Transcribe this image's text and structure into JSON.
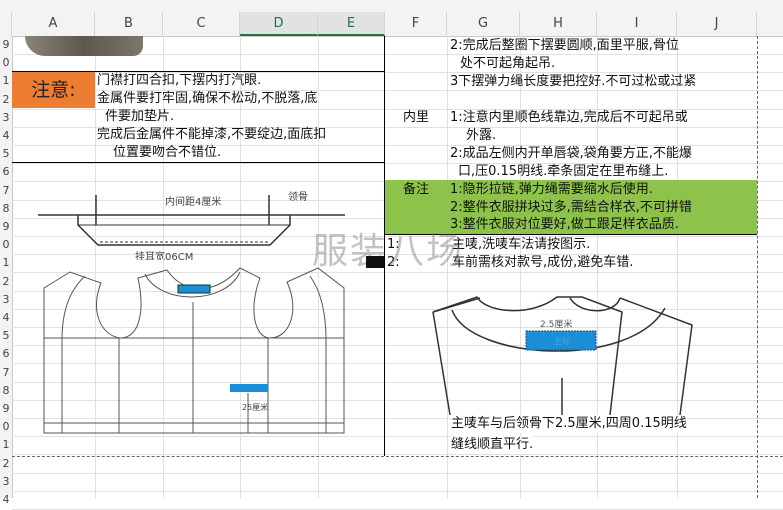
{
  "columns": [
    "A",
    "B",
    "C",
    "D",
    "E",
    "F",
    "G",
    "H",
    "I",
    "J"
  ],
  "selected_column": "D",
  "rows": [
    "9",
    "0",
    "1",
    "2",
    "3",
    "4",
    "5",
    "6",
    "7",
    "8",
    "9",
    "0",
    "1",
    "2",
    "3",
    "4",
    "5",
    "6",
    "7",
    "8",
    "9",
    "0",
    "1",
    "2",
    "3",
    "4"
  ],
  "left": {
    "notice_label": "注意:",
    "notice_color": "#ed7d31",
    "lines": [
      "门襟打四合扣,下摆内打汽眼.",
      "金属件要打牢固,确保不松动,不脱落,底",
      "件要加垫片.",
      "完成后金属件不能掉漆,不要绽边,面底扣",
      "位置要吻合不错位."
    ],
    "diagram1": {
      "top_label": "内间距4厘米",
      "right_label": "领骨",
      "bottom_label": "挂耳宽06CM"
    },
    "diagram2": {
      "label": "25厘米"
    }
  },
  "right": {
    "lines1": [
      "2:完成后整圈下摆要圆顺,面里平服,骨位",
      "处不可起角起吊.",
      "3下摆弹力绳长度要把控好.不可过松或过紧"
    ],
    "lining_label": "内里",
    "lining_lines": [
      "1:注意内里顺色线靠边,完成后不可起吊或",
      "外露.",
      "2:成品左侧内开单唇袋,袋角要方正,不能爆",
      "口,压0.15明线.牵条固定在里布缝上."
    ],
    "remarks_label": "备注",
    "remarks_color": "#8dc34a",
    "remarks_lines": [
      "1:隐形拉链,弹力绳需要缩水后使用.",
      "2:整件衣服拼块过多,需结合样衣,不可拼错",
      "3:整件衣服对位要好,做工跟足样衣品质."
    ],
    "label_nums": [
      "1:",
      "2:"
    ],
    "label_lines": [
      "主唛,洗唛车法请按图示.",
      "车前需核对款号,成份,避免车错."
    ],
    "diagram_label": "2.5厘米",
    "label_tag": "主标",
    "caption": [
      "主唛车与后领骨下2.5厘米,四周0.15明线",
      "缝线顺直平行."
    ]
  },
  "watermark": "服装八场",
  "tag_color": "#1a8fd8"
}
